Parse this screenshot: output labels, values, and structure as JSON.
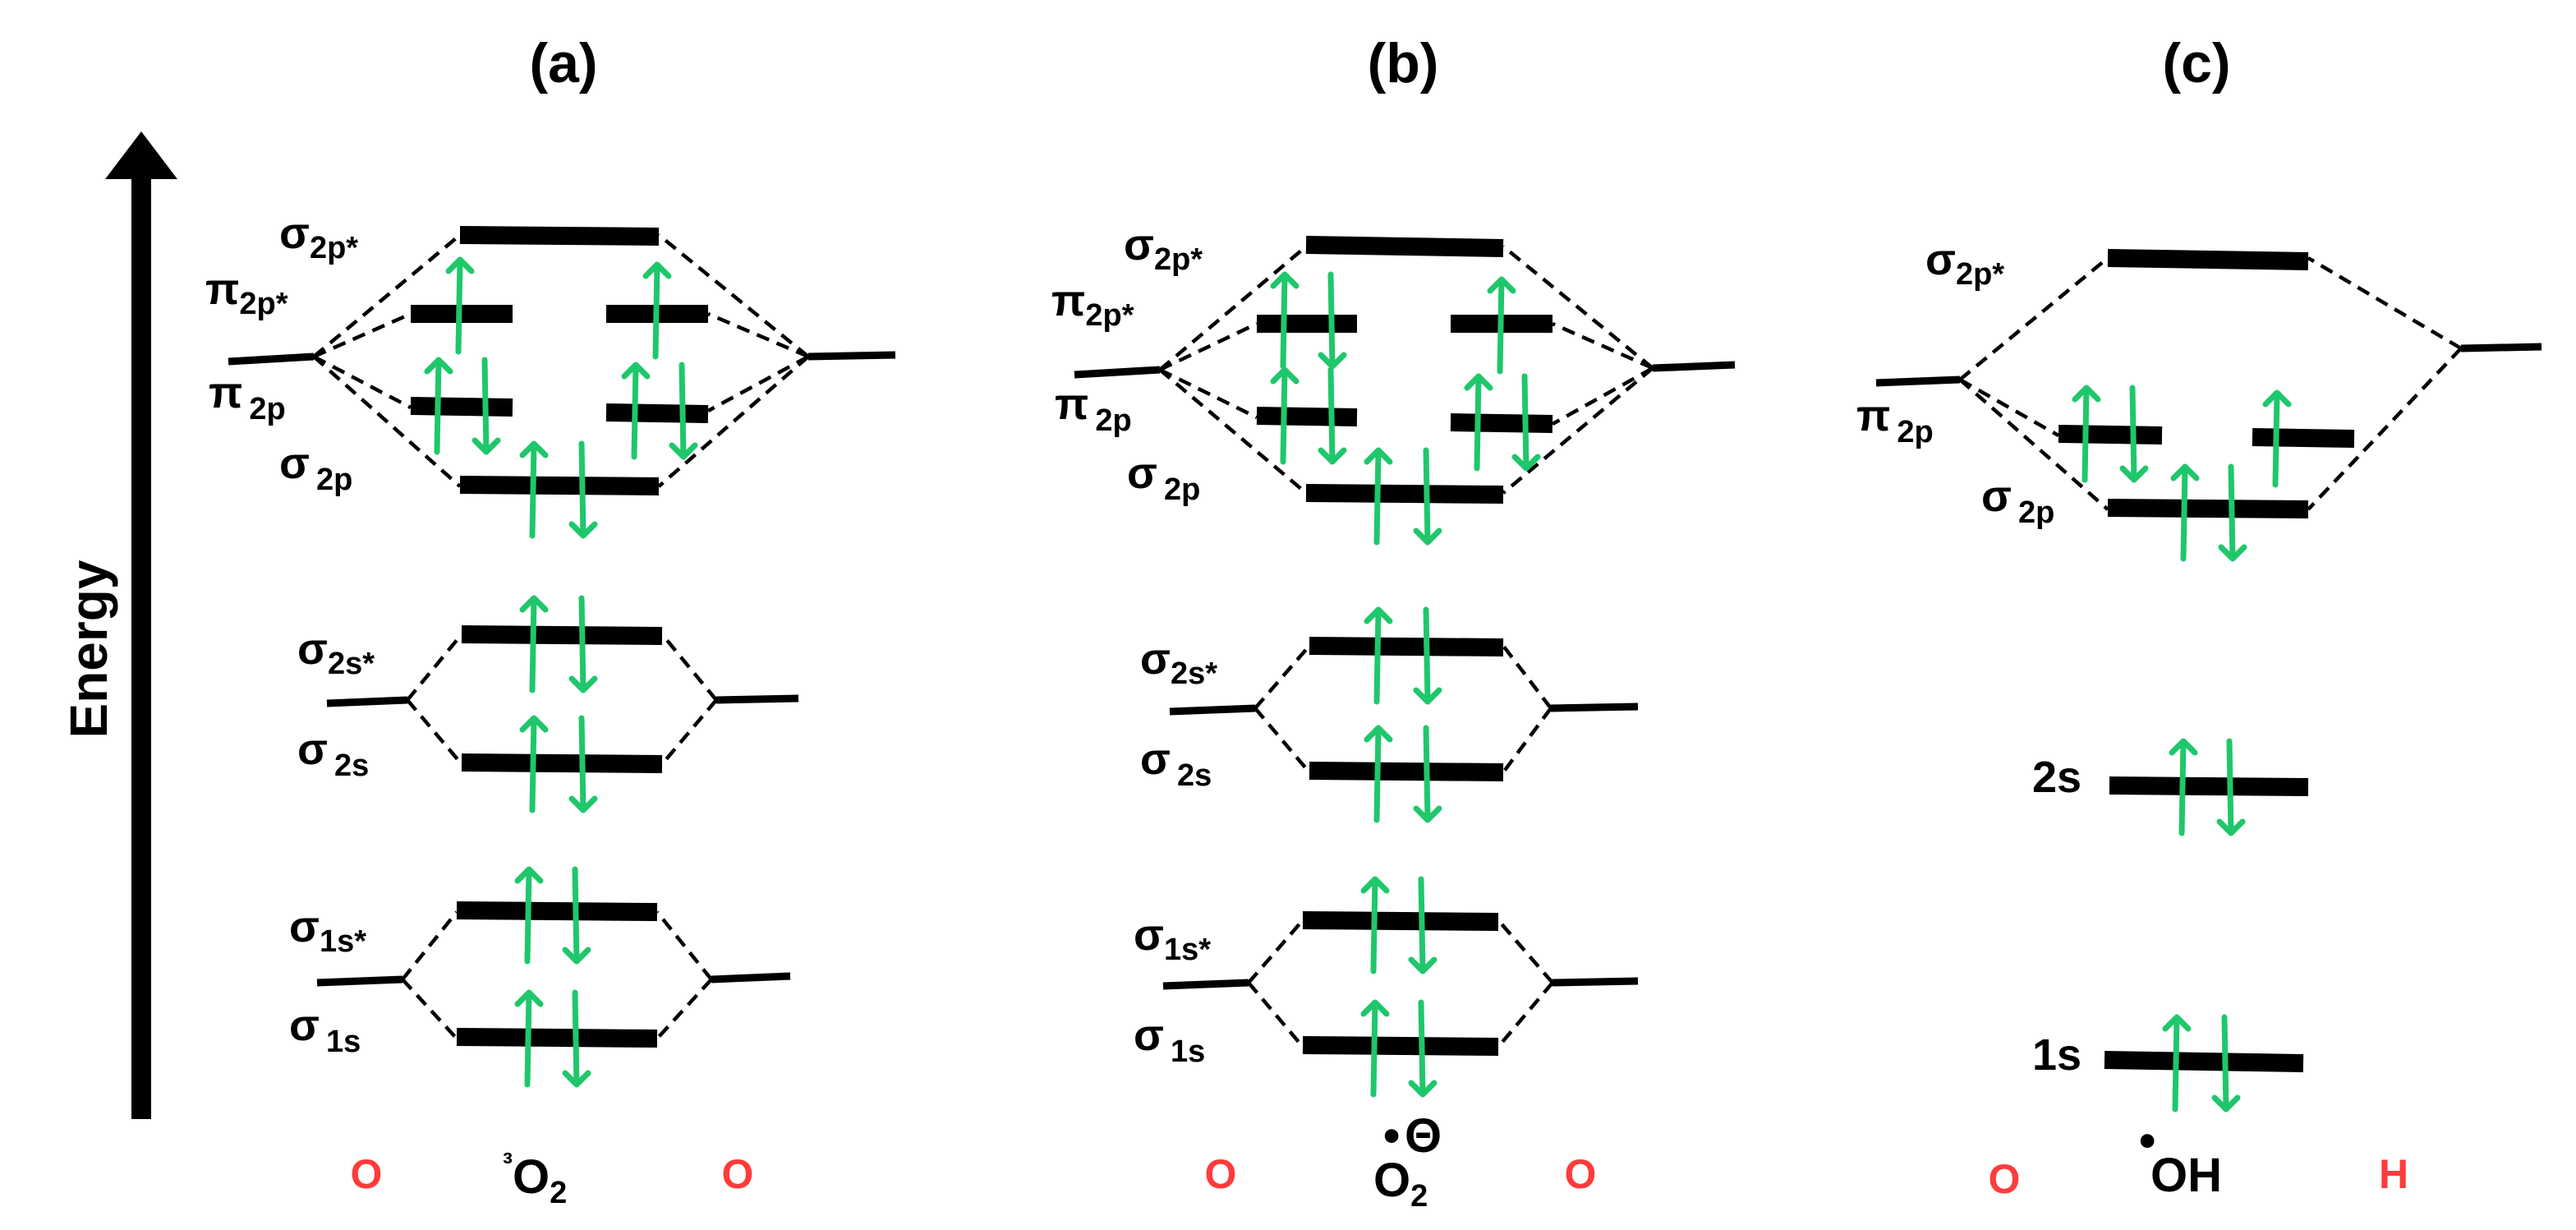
{
  "colors": {
    "electron": "#1fc76b",
    "atom_label": "#ff3b3b",
    "line": "#000000"
  },
  "energy_axis": {
    "label": "Energy"
  },
  "panels": [
    {
      "title": "(a)",
      "species": {
        "pre": "³",
        "main": "O",
        "sub": "2",
        "dot": "",
        "charge": ""
      },
      "left_atom": "O",
      "right_atom": "O",
      "levels": {
        "s2p_star": {
          "base": "σ",
          "sub": "2p*"
        },
        "p2p_star": {
          "base": "π",
          "sub": "2p*"
        },
        "p2p": {
          "base": "π",
          "sub": "2p"
        },
        "s2p": {
          "base": "σ",
          "sub": "2p"
        },
        "s2s_star": {
          "base": "σ",
          "sub": "2s*"
        },
        "s2s": {
          "base": "σ",
          "sub": "2s"
        },
        "s1s_star": {
          "base": "σ",
          "sub": "1s*"
        },
        "s1s": {
          "base": "σ",
          "sub": "1s"
        }
      }
    },
    {
      "title": "(b)",
      "species": {
        "pre": "",
        "main": "O",
        "sub": "2",
        "dot": "•",
        "charge": "Θ"
      },
      "left_atom": "O",
      "right_atom": "O",
      "levels": {
        "s2p_star": {
          "base": "σ",
          "sub": "2p*"
        },
        "p2p_star": {
          "base": "π",
          "sub": "2p*"
        },
        "p2p": {
          "base": "π",
          "sub": "2p"
        },
        "s2p": {
          "base": "σ",
          "sub": "2p"
        },
        "s2s_star": {
          "base": "σ",
          "sub": "2s*"
        },
        "s2s": {
          "base": "σ",
          "sub": "2s"
        },
        "s1s_star": {
          "base": "σ",
          "sub": "1s*"
        },
        "s1s": {
          "base": "σ",
          "sub": "1s"
        }
      }
    },
    {
      "title": "(c)",
      "species": {
        "pre": "",
        "main": "OH",
        "sub": "",
        "dot": "•",
        "charge": ""
      },
      "left_atom": "O",
      "right_atom": "H",
      "levels": {
        "s2p_star": {
          "base": "σ",
          "sub": "2p*"
        },
        "p2p": {
          "base": "π",
          "sub": "2p"
        },
        "s2p": {
          "base": "σ",
          "sub": "2p"
        },
        "l2s": "2s",
        "l1s": "1s"
      }
    }
  ]
}
